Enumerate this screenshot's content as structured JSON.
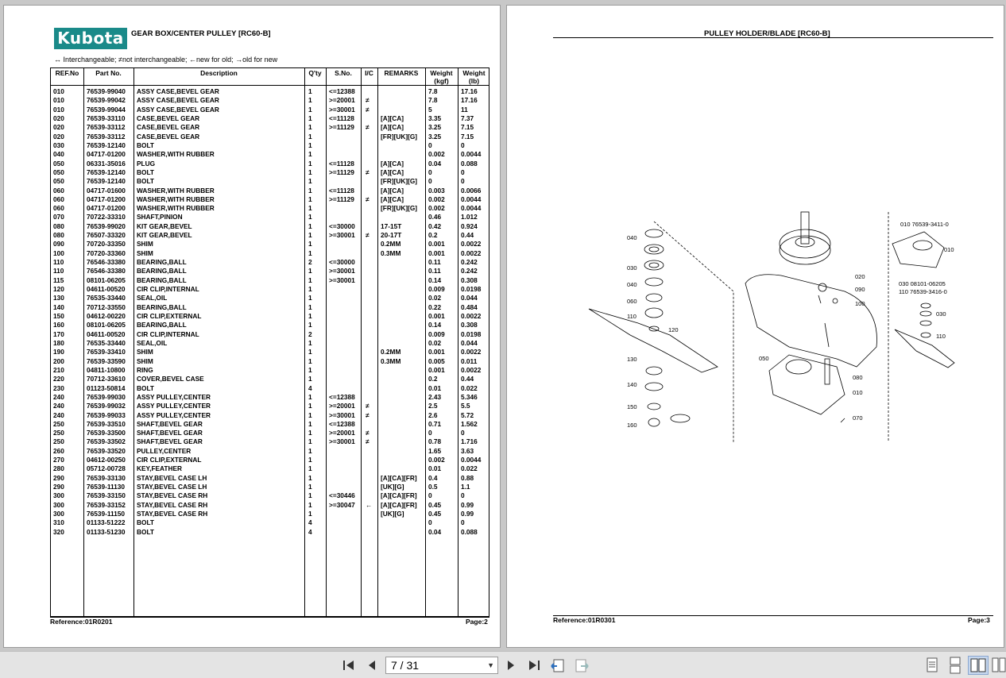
{
  "left_page": {
    "logo": "Kubota",
    "title": "GEAR BOX/CENTER PULLEY   [RC60-B]",
    "legend": "↔ Interchangeable;   ≠not interchangeable;   ←new for old;   →old for new",
    "headers": {
      "ref": "REF.No",
      "part": "Part No.",
      "desc": "Description",
      "qty": "Q'ty",
      "sno": "S.No.",
      "ic": "I/C",
      "remarks": "REMARKS",
      "wkgf": "Weight (kgf)",
      "wlb": "Weight (lb)"
    },
    "rows": [
      [
        "010",
        "76539-99040",
        "ASSY CASE,BEVEL GEAR",
        "1",
        "<=12388",
        "",
        "",
        "7.8",
        "17.16"
      ],
      [
        "010",
        "76539-99042",
        "ASSY CASE,BEVEL GEAR",
        "1",
        ">=20001",
        "≠",
        "",
        "7.8",
        "17.16"
      ],
      [
        "010",
        "76539-99044",
        "ASSY CASE,BEVEL GEAR",
        "1",
        ">=30001",
        "≠",
        "",
        "5",
        "11"
      ],
      [
        "020",
        "76539-33110",
        "CASE,BEVEL GEAR",
        "1",
        "<=11128",
        "",
        "[A][CA]",
        "3.35",
        "7.37"
      ],
      [
        "020",
        "76539-33112",
        "CASE,BEVEL GEAR",
        "1",
        ">=11129",
        "≠",
        "[A][CA]",
        "3.25",
        "7.15"
      ],
      [
        "020",
        "76539-33112",
        "CASE,BEVEL GEAR",
        "1",
        "",
        "",
        "[FR][UK][G]",
        "3.25",
        "7.15"
      ],
      [
        "030",
        "76539-12140",
        "BOLT",
        "1",
        "",
        "",
        "",
        "0",
        "0"
      ],
      [
        "040",
        "04717-01200",
        "WASHER,WITH RUBBER",
        "1",
        "",
        "",
        "",
        "0.002",
        "0.0044"
      ],
      [
        "050",
        "06331-35016",
        "PLUG",
        "1",
        "<=11128",
        "",
        "[A][CA]",
        "0.04",
        "0.088"
      ],
      [
        "050",
        "76539-12140",
        "BOLT",
        "1",
        ">=11129",
        "≠",
        "[A][CA]",
        "0",
        "0"
      ],
      [
        "050",
        "76539-12140",
        "BOLT",
        "1",
        "",
        "",
        "[FR][UK][G]",
        "0",
        "0"
      ],
      [
        "060",
        "04717-01600",
        "WASHER,WITH RUBBER",
        "1",
        "<=11128",
        "",
        "[A][CA]",
        "0.003",
        "0.0066"
      ],
      [
        "060",
        "04717-01200",
        "WASHER,WITH RUBBER",
        "1",
        ">=11129",
        "≠",
        "[A][CA]",
        "0.002",
        "0.0044"
      ],
      [
        "060",
        "04717-01200",
        "WASHER,WITH RUBBER",
        "1",
        "",
        "",
        "[FR][UK][G]",
        "0.002",
        "0.0044"
      ],
      [
        "070",
        "70722-33310",
        "SHAFT,PINION",
        "1",
        "",
        "",
        "",
        "0.46",
        "1.012"
      ],
      [
        "080",
        "76539-99020",
        "KIT GEAR,BEVEL",
        "1",
        "<=30000",
        "",
        "17-15T",
        "0.42",
        "0.924"
      ],
      [
        "080",
        "76507-33320",
        "KIT GEAR,BEVEL",
        "1",
        ">=30001",
        "≠",
        "20-17T",
        "0.2",
        "0.44"
      ],
      [
        "090",
        "70720-33350",
        "SHIM",
        "1",
        "",
        "",
        "0.2MM",
        "0.001",
        "0.0022"
      ],
      [
        "100",
        "70720-33360",
        "SHIM",
        "1",
        "",
        "",
        "0.3MM",
        "0.001",
        "0.0022"
      ],
      [
        "110",
        "76546-33380",
        "BEARING,BALL",
        "2",
        "<=30000",
        "",
        "",
        "0.11",
        "0.242"
      ],
      [
        "110",
        "76546-33380",
        "BEARING,BALL",
        "1",
        ">=30001",
        "",
        "",
        "0.11",
        "0.242"
      ],
      [
        "115",
        "08101-06205",
        "BEARING,BALL",
        "1",
        ">=30001",
        "",
        "",
        "0.14",
        "0.308"
      ],
      [
        "120",
        "04611-00520",
        "CIR CLIP,INTERNAL",
        "1",
        "",
        "",
        "",
        "0.009",
        "0.0198"
      ],
      [
        "130",
        "76535-33440",
        "SEAL,OIL",
        "1",
        "",
        "",
        "",
        "0.02",
        "0.044"
      ],
      [
        "140",
        "70712-33550",
        "BEARING,BALL",
        "1",
        "",
        "",
        "",
        "0.22",
        "0.484"
      ],
      [
        "150",
        "04612-00220",
        "CIR CLIP,EXTERNAL",
        "1",
        "",
        "",
        "",
        "0.001",
        "0.0022"
      ],
      [
        "160",
        "08101-06205",
        "BEARING,BALL",
        "1",
        "",
        "",
        "",
        "0.14",
        "0.308"
      ],
      [
        "170",
        "04611-00520",
        "CIR CLIP,INTERNAL",
        "2",
        "",
        "",
        "",
        "0.009",
        "0.0198"
      ],
      [
        "180",
        "76535-33440",
        "SEAL,OIL",
        "1",
        "",
        "",
        "",
        "0.02",
        "0.044"
      ],
      [
        "190",
        "76539-33410",
        "SHIM",
        "1",
        "",
        "",
        "0.2MM",
        "0.001",
        "0.0022"
      ],
      [
        "200",
        "76539-33590",
        "SHIM",
        "1",
        "",
        "",
        "0.3MM",
        "0.005",
        "0.011"
      ],
      [
        "210",
        "04811-10800",
        "RING",
        "1",
        "",
        "",
        "",
        "0.001",
        "0.0022"
      ],
      [
        "220",
        "70712-33610",
        "COVER,BEVEL CASE",
        "1",
        "",
        "",
        "",
        "0.2",
        "0.44"
      ],
      [
        "230",
        "01123-50814",
        "BOLT",
        "4",
        "",
        "",
        "",
        "0.01",
        "0.022"
      ],
      [
        "240",
        "76539-99030",
        "ASSY PULLEY,CENTER",
        "1",
        "<=12388",
        "",
        "",
        "2.43",
        "5.346"
      ],
      [
        "240",
        "76539-99032",
        "ASSY PULLEY,CENTER",
        "1",
        ">=20001",
        "≠",
        "",
        "2.5",
        "5.5"
      ],
      [
        "240",
        "76539-99033",
        "ASSY PULLEY,CENTER",
        "1",
        ">=30001",
        "≠",
        "",
        "2.6",
        "5.72"
      ],
      [
        "250",
        "76539-33510",
        "SHAFT,BEVEL GEAR",
        "1",
        "<=12388",
        "",
        "",
        "0.71",
        "1.562"
      ],
      [
        "250",
        "76539-33500",
        "SHAFT,BEVEL GEAR",
        "1",
        ">=20001",
        "≠",
        "",
        "0",
        "0"
      ],
      [
        "250",
        "76539-33502",
        "SHAFT,BEVEL GEAR",
        "1",
        ">=30001",
        "≠",
        "",
        "0.78",
        "1.716"
      ],
      [
        "260",
        "76539-33520",
        "PULLEY,CENTER",
        "1",
        "",
        "",
        "",
        "1.65",
        "3.63"
      ],
      [
        "270",
        "04612-00250",
        "CIR CLIP,EXTERNAL",
        "1",
        "",
        "",
        "",
        "0.002",
        "0.0044"
      ],
      [
        "280",
        "05712-00728",
        "KEY,FEATHER",
        "1",
        "",
        "",
        "",
        "0.01",
        "0.022"
      ],
      [
        "290",
        "76539-33130",
        "STAY,BEVEL CASE LH",
        "1",
        "",
        "",
        "[A][CA][FR]",
        "0.4",
        "0.88"
      ],
      [
        "290",
        "76539-11130",
        "STAY,BEVEL CASE LH",
        "1",
        "",
        "",
        "[UK][G]",
        "0.5",
        "1.1"
      ],
      [
        "300",
        "76539-33150",
        "STAY,BEVEL CASE RH",
        "1",
        "<=30446",
        "",
        "[A][CA][FR]",
        "0",
        "0"
      ],
      [
        "300",
        "76539-33152",
        "STAY,BEVEL CASE RH",
        "1",
        ">=30047",
        "←",
        "[A][CA][FR]",
        "0.45",
        "0.99"
      ],
      [
        "300",
        "76539-11150",
        "STAY,BEVEL CASE RH",
        "1",
        "",
        "",
        "[UK][G]",
        "0.45",
        "0.99"
      ],
      [
        "310",
        "01133-51222",
        "BOLT",
        "4",
        "",
        "",
        "",
        "0",
        "0"
      ],
      [
        "320",
        "01133-51230",
        "BOLT",
        "4",
        "",
        "",
        "",
        "0.04",
        "0.088"
      ]
    ],
    "reference": "Reference:01R0201",
    "page_label": "Page:2"
  },
  "right_page": {
    "title": "PULLEY HOLDER/BLADE   [RC60-B]",
    "reference": "Reference:01R0301",
    "page_label": "Page:3",
    "diagram_labels": {
      "l040a": "040",
      "l030": "030",
      "l040b": "040",
      "l060": "060",
      "l110": "110",
      "l120": "120",
      "l130": "130",
      "l140": "140",
      "l150": "150",
      "l160": "160",
      "l020": "020",
      "l090": "090",
      "l100": "100",
      "l050": "050",
      "l080": "080",
      "l010": "010",
      "l070": "070",
      "inset1": "010  76539-3411-0",
      "inset2": "030  08101-06205",
      "inset3": "110  76539-3416-0",
      "inset_010": "010",
      "inset_030": "030",
      "inset_110": "110"
    }
  },
  "toolbar": {
    "page_indicator": "7 / 31",
    "icons": {
      "first": "first-page-icon",
      "prev": "previous-page-icon",
      "next": "next-page-icon",
      "last": "last-page-icon"
    }
  }
}
